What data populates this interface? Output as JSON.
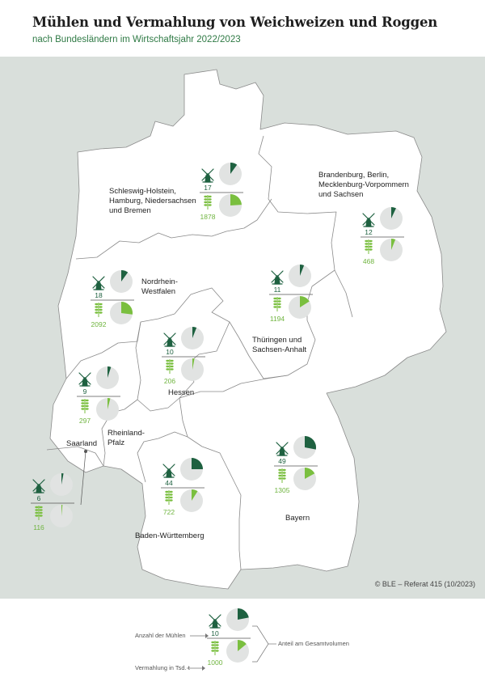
{
  "header": {
    "title": "Mühlen und Vermahlung von Weichweizen und Roggen",
    "subtitle": "nach Bundesländern im Wirtschaftsjahr 2022/2023"
  },
  "colors": {
    "mills_share": "#1e6140",
    "volume_share": "#7abf3f",
    "pie_base": "#e1e3e2",
    "land": "#ffffff",
    "background": "#d9dfdb"
  },
  "icons": {
    "mills": "windmill-icon",
    "volume": "wheat-icon"
  },
  "regions": [
    {
      "id": "nord",
      "label_lines": [
        "Schleswig-Holstein,",
        "Hamburg, Niedersachsen",
        "und Bremen"
      ],
      "mills": "17",
      "mill_share": 0.1,
      "volume": "1878",
      "volume_share": 0.24
    },
    {
      "id": "ost",
      "label_lines": [
        "Brandenburg, Berlin,",
        "Mecklenburg-Vorpommern",
        "und Sachsen"
      ],
      "mills": "12",
      "mill_share": 0.07,
      "volume": "468",
      "volume_share": 0.06
    },
    {
      "id": "nrw",
      "label_lines": [
        "Nordrhein-",
        "Westfalen"
      ],
      "mills": "18",
      "mill_share": 0.1,
      "volume": "2092",
      "volume_share": 0.27
    },
    {
      "id": "th",
      "label_lines": [
        "Thüringen und",
        "Sachsen-Anhalt"
      ],
      "mills": "11",
      "mill_share": 0.06,
      "volume": "1194",
      "volume_share": 0.16
    },
    {
      "id": "he",
      "label_lines": [
        "Hessen"
      ],
      "mills": "10",
      "mill_share": 0.06,
      "volume": "206",
      "volume_share": 0.03
    },
    {
      "id": "rp",
      "label_lines": [
        "Rheinland-",
        "Pfalz"
      ],
      "mills": "9",
      "mill_share": 0.05,
      "volume": "297",
      "volume_share": 0.04
    },
    {
      "id": "sl",
      "label_lines": [
        "Saarland"
      ],
      "mills": "6",
      "mill_share": 0.03,
      "volume": "116",
      "volume_share": 0.015
    },
    {
      "id": "bw",
      "label_lines": [
        "Baden-Württemberg"
      ],
      "mills": "44",
      "mill_share": 0.25,
      "volume": "722",
      "volume_share": 0.09
    },
    {
      "id": "by",
      "label_lines": [
        "Bayern"
      ],
      "mills": "49",
      "mill_share": 0.28,
      "volume": "1305",
      "volume_share": 0.17
    }
  ],
  "copyright": "© BLE – Referat 415 (10/2023)",
  "legend": {
    "mills_label": "Anzahl der Mühlen",
    "volume_label": "Vermahlung in Tsd. t",
    "share_label": "Anteil am Gesamtvolumen",
    "mills_example": "10",
    "volume_example": "1000",
    "mills_example_share": 0.22,
    "volume_example_share": 0.14
  }
}
